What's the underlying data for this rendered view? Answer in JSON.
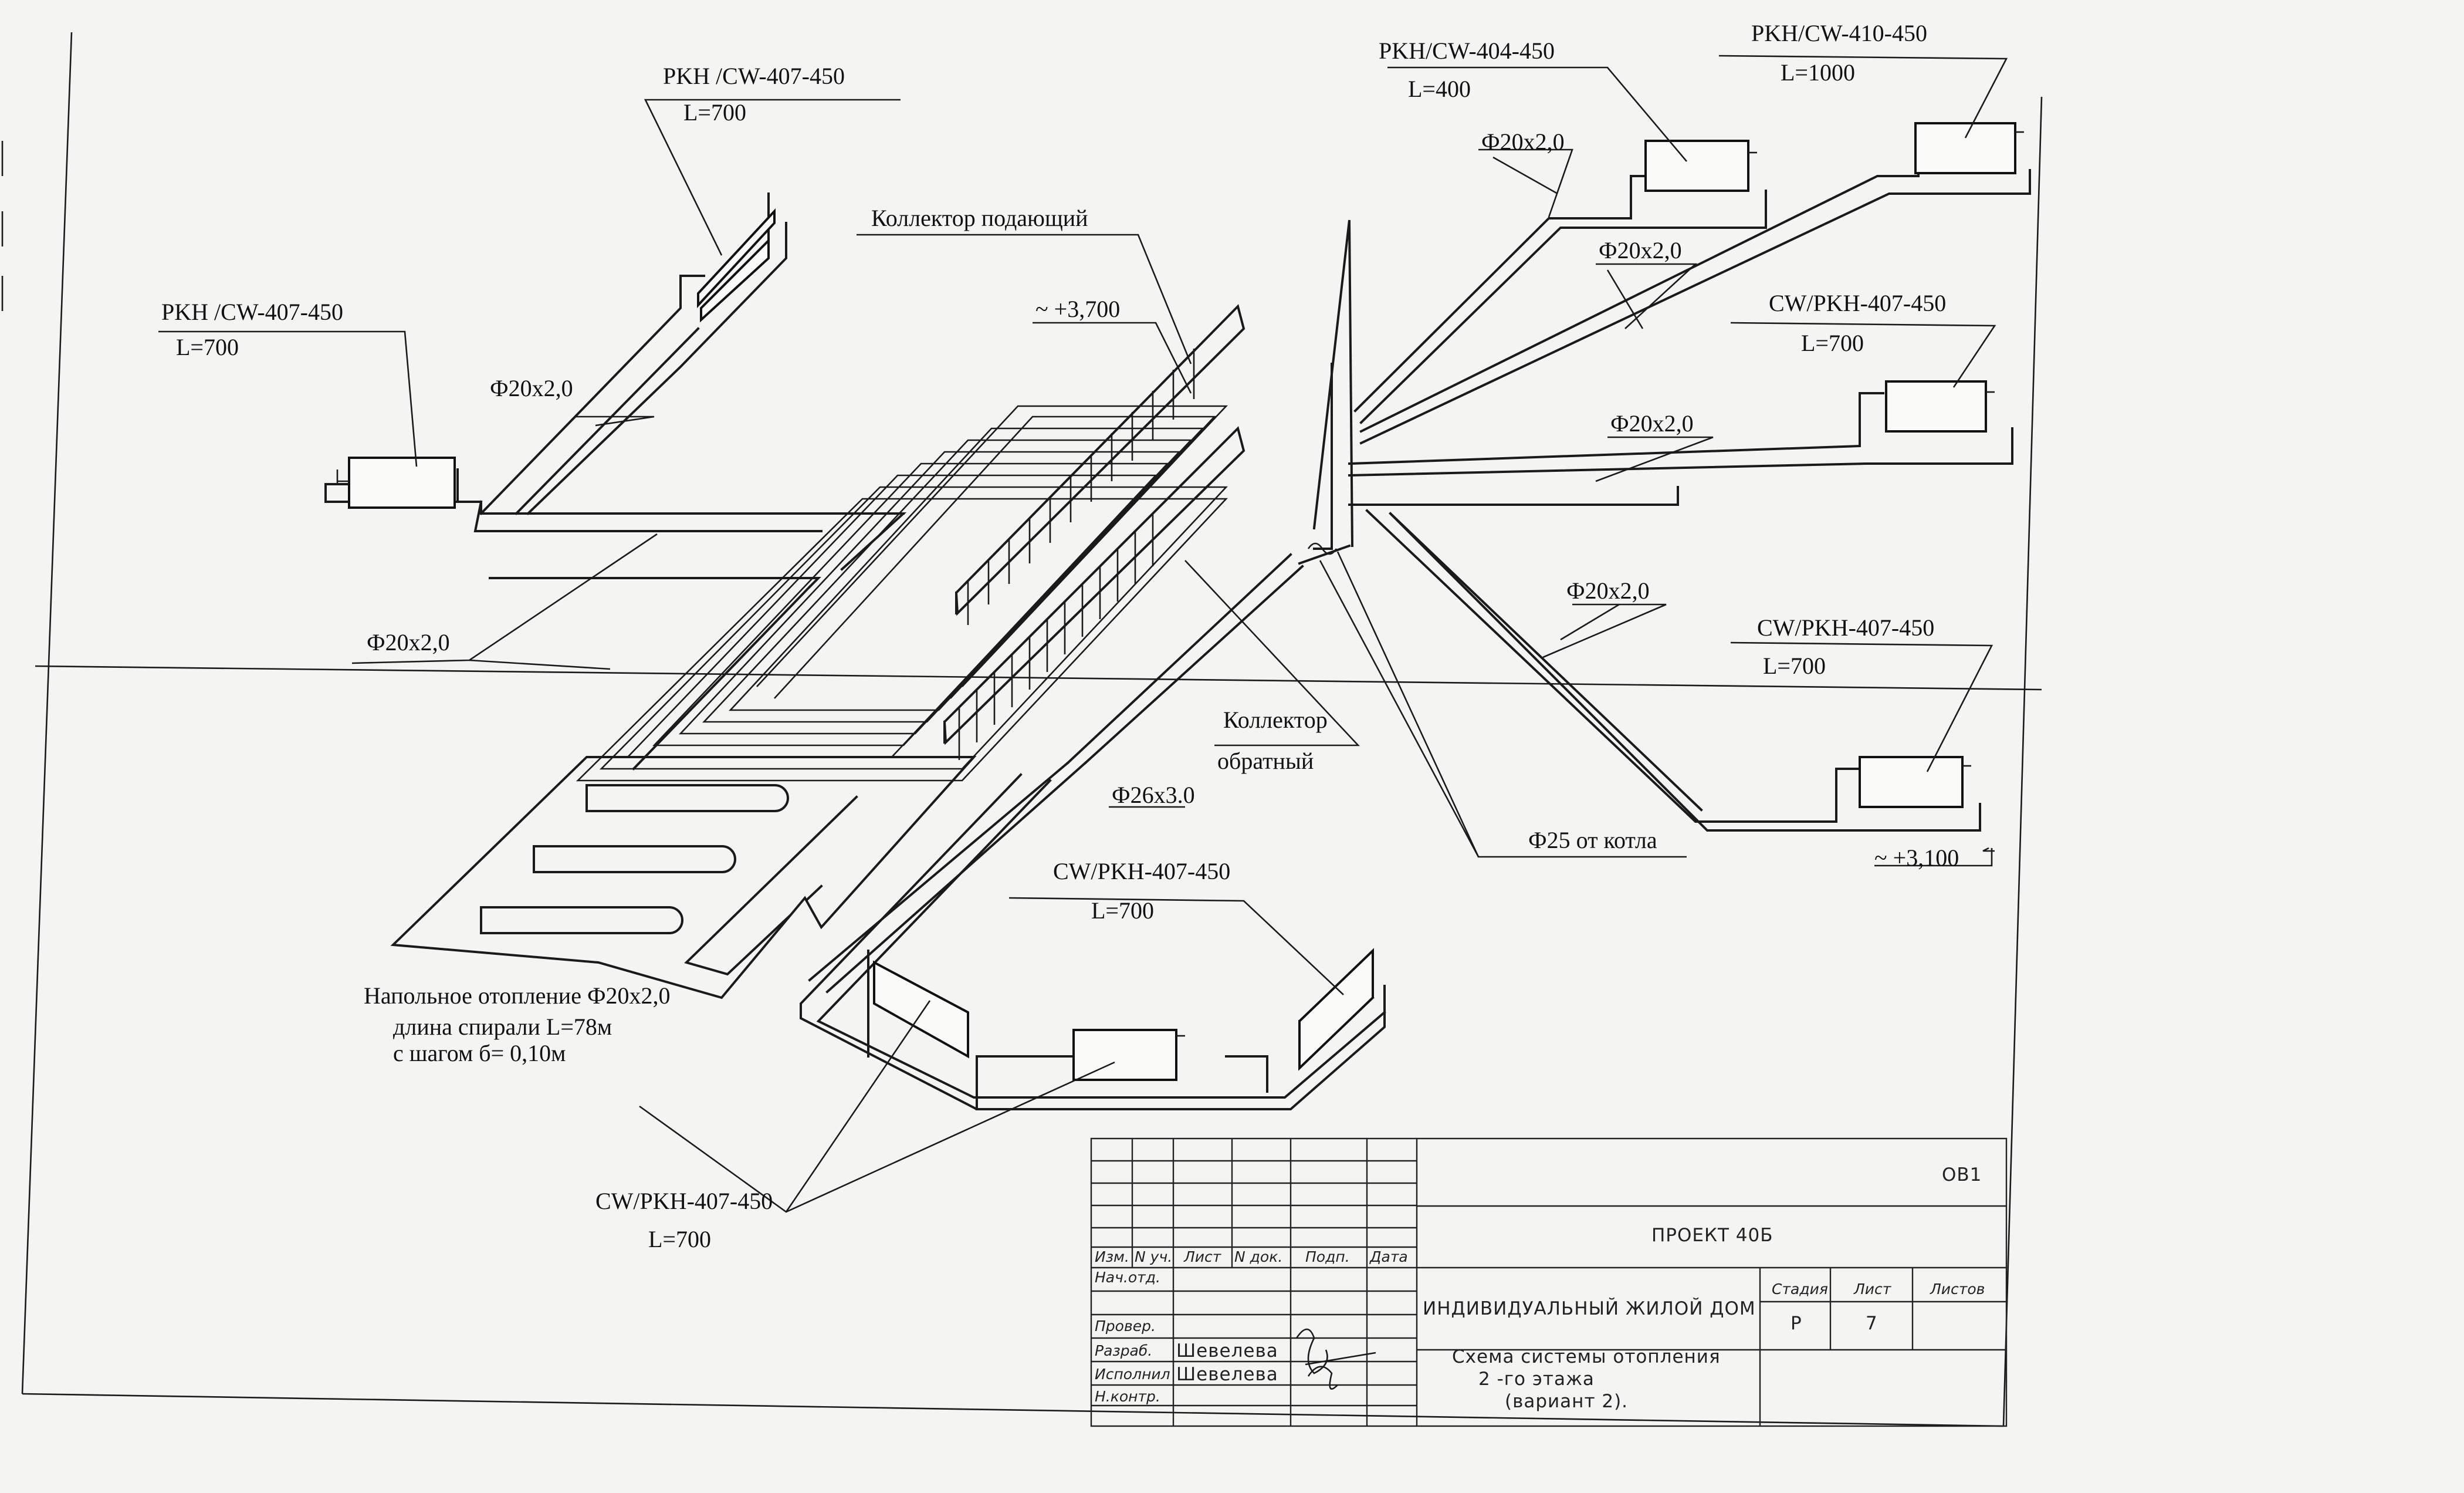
{
  "labels": {
    "rad_top_left": "PKH /CW-407-450",
    "rad_top_left_len": "L=700",
    "rad_left": "PKH /CW-407-450",
    "rad_left_len": "L=700",
    "collector_supply": "Коллектор    подающий",
    "elev_collector": "~  +3,700",
    "rad_404": "PKH/CW-404-450",
    "rad_404_len": "L=400",
    "rad_410": "PKH/CW-410-450",
    "rad_410_len": "L=1000",
    "rad_right_mid": "CW/PKH-407-450",
    "rad_right_mid_len": "L=700",
    "rad_right_low": "CW/PKH-407-450",
    "rad_right_low_len": "L=700",
    "rad_bottom": "CW/PKH-407-450",
    "rad_bottom_len": "L=700",
    "rad_bottom_left": "CW/PKH-407-450",
    "rad_bottom_left_len": "L=700",
    "pipe_left_upper": "Ф20x2,0",
    "pipe_left_lower": "Ф20x2,0",
    "pipe_right_1": "Ф20x2,0",
    "pipe_right_2": "Ф20x2,0",
    "pipe_right_3": "Ф20x2,0",
    "pipe_right_4": "Ф20x2,0",
    "collector_return_1": "Коллектор",
    "collector_return_2": "обратный",
    "pipe_main": "Ф26x3.0",
    "boiler": "Ф25 от котла",
    "elev_right": "~  +3,100",
    "floor_heating_1": "Напольное отопление Ф20x2,0",
    "floor_heating_2": "длина спирали L=78м",
    "floor_heating_3": "с шагом б= 0,10м"
  },
  "title_block": {
    "code": "ОВ1",
    "project": "ПРОЕКТ 40Б",
    "building": "ИНДИВИДУАЛЬНЫЙ ЖИЛОЙ ДОМ",
    "sheet_title_1": "Схема системы отопления",
    "sheet_title_2": "2 -го этажа",
    "sheet_title_3": "(вариант 2).",
    "col_izm": "Изм.",
    "col_nuch": "N уч.",
    "col_list": "Лист",
    "col_ndok": "N док.",
    "col_podp": "Подп.",
    "col_data": "Дата",
    "row_nach": "Нач.отд.",
    "row_prov": "Провер.",
    "row_razrab": "Разраб.",
    "row_ispoln": "Исполнил",
    "row_nkontr": "Н.контр.",
    "razrab_name": "Шевелева",
    "ispoln_name": "Шевелева",
    "stadia_label": "Стадия",
    "list_label": "Лист",
    "listov_label": "Листов",
    "stadia_value": "Р",
    "list_value": "7",
    "listov_value": ""
  }
}
